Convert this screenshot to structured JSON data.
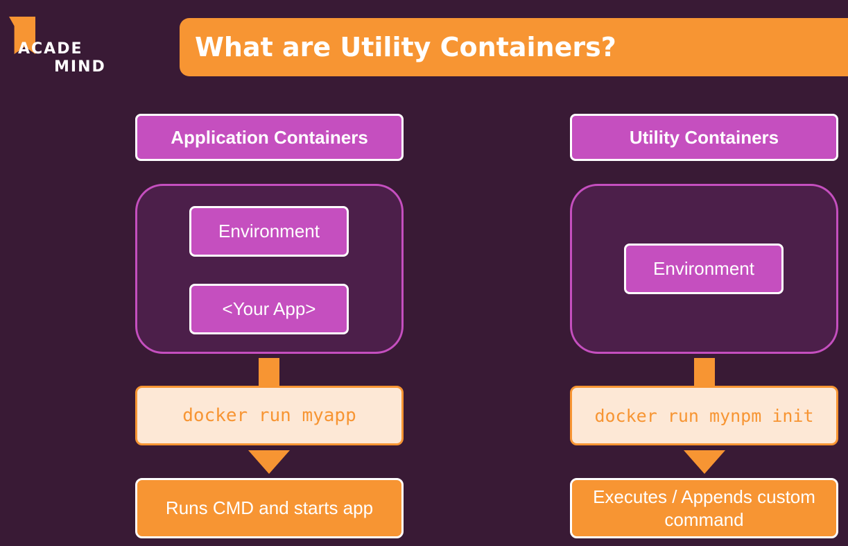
{
  "logo": {
    "line1": "ACADE",
    "line2": "MIND"
  },
  "title": "What are Utility Containers?",
  "left": {
    "header": "Application Containers",
    "env_label": "Environment",
    "app_label": "<Your App>",
    "command": "docker run myapp",
    "result": "Runs CMD and starts app"
  },
  "right": {
    "header": "Utility Containers",
    "env_label": "Environment",
    "command": "docker run mynpm init",
    "result": "Executes / Appends custom command"
  },
  "colors": {
    "background": "#391a35",
    "accent_orange": "#f79533",
    "magenta": "#c54fbf",
    "container_fill": "#4c1f4a",
    "command_fill": "#fde8d6"
  }
}
